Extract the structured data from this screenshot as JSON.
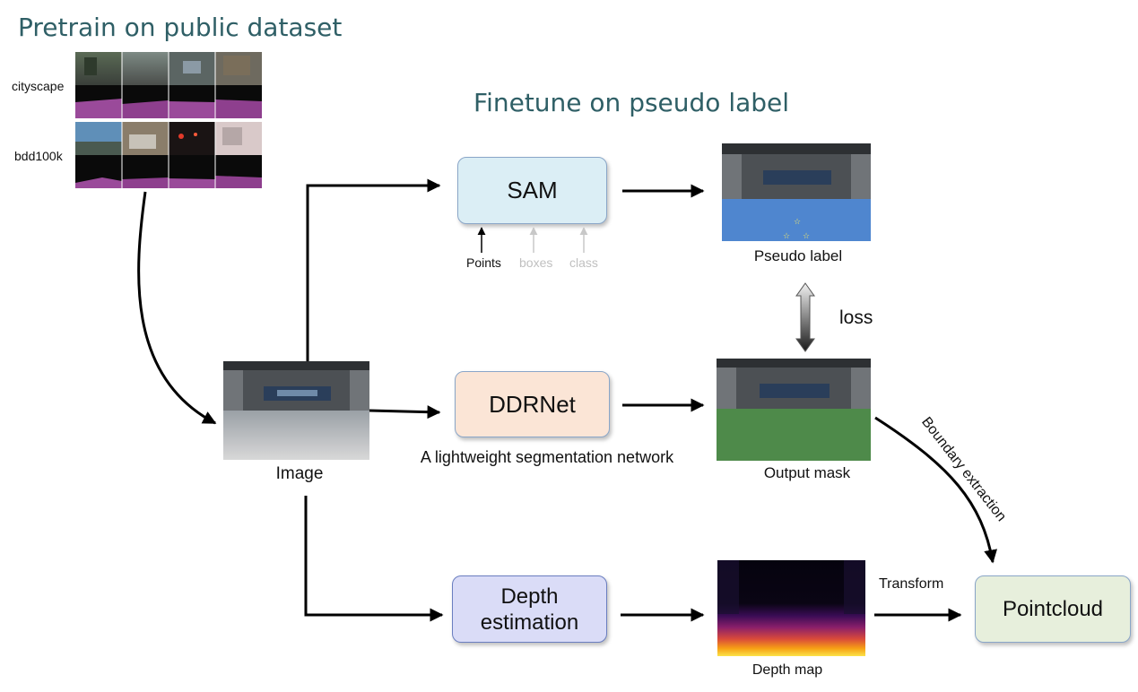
{
  "titles": {
    "pretrain": "Pretrain on public dataset",
    "finetune": "Finetune on pseudo label"
  },
  "datasets": {
    "cityscape": "cityscape",
    "bdd100k": "bdd100k"
  },
  "boxes": {
    "sam": "SAM",
    "ddrnet": "DDRNet",
    "depth_line1": "Depth",
    "depth_line2": "estimation",
    "pointcloud": "Pointcloud"
  },
  "sam_prompts": {
    "points": "Points",
    "boxes": "boxes",
    "class": "class"
  },
  "labels": {
    "image": "Image",
    "pseudo_label": "Pseudo label",
    "output_mask": "Output mask",
    "depth_map": "Depth map",
    "ddrnet_caption": "A lightweight segmentation network",
    "loss": "loss",
    "transform": "Transform",
    "boundary_extraction": "Boundary extraction"
  },
  "colors": {
    "heading": "#2f5f66",
    "sam_fill": "#dbeef5",
    "ddrnet_fill": "#fbe5d6",
    "depth_fill": "#dadcf7",
    "pointcloud_fill": "#e7efdc",
    "box_border": "#8aa6c8",
    "disabled_text": "#c0c0c0"
  }
}
